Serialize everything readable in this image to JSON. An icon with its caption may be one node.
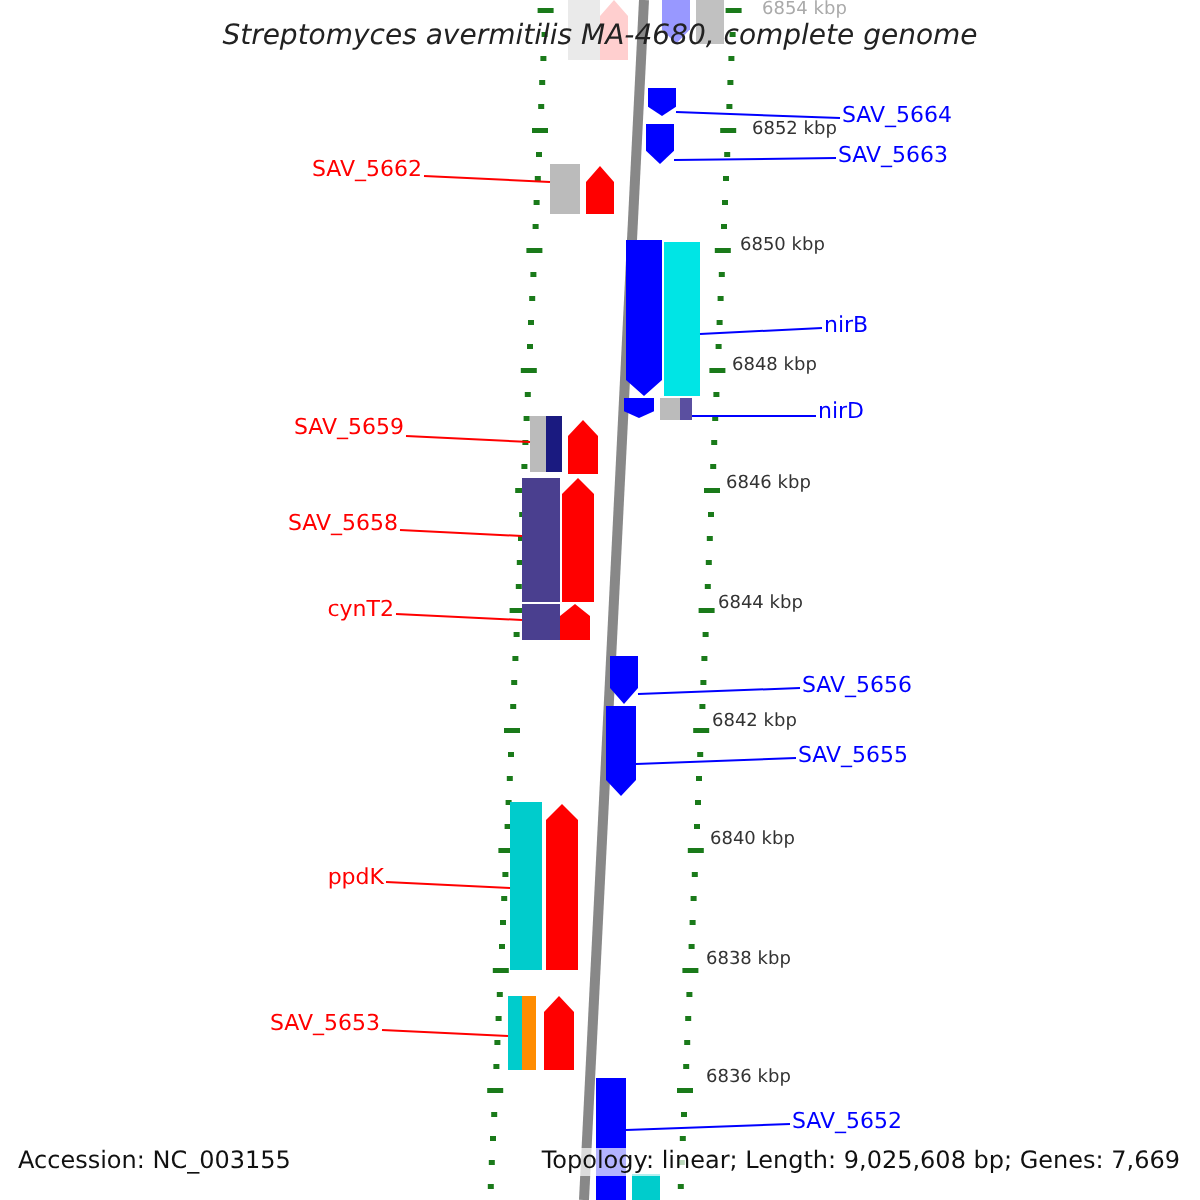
{
  "diagram": {
    "title": "Streptomyces avermitilis MA-4680, complete genome",
    "nodes": [
      {
        "text": [
          "SAV_5664"
        ]
      },
      {
        "text": [
          "SAV_5663"
        ]
      },
      {
        "text": [
          "SAV_5662"
        ]
      },
      {
        "text": [
          "nirB"
        ]
      },
      {
        "text": [
          "nirD"
        ]
      },
      {
        "text": [
          "SAV_5659"
        ]
      },
      {
        "text": [
          "SAV_5658"
        ]
      },
      {
        "text": [
          "cynT2"
        ]
      },
      {
        "text": [
          "SAV_5656"
        ]
      },
      {
        "text": [
          "SAV_5655"
        ]
      },
      {
        "text": [
          "ppdK"
        ]
      },
      {
        "text": [
          "SAV_5653"
        ]
      },
      {
        "text": [
          "SAV_5652"
        ]
      },
      {
        "text": [],
        "shape": "bar"
      },
      {
        "text": [],
        "shape": "bar"
      },
      {
        "text": [],
        "shape": "bar"
      },
      {
        "text": [],
        "shape": "bar"
      },
      {
        "text": [],
        "shape": "bar"
      },
      {
        "text": [],
        "shape": "bar"
      },
      {
        "text": [],
        "shape": "bar"
      },
      {
        "text": [],
        "shape": "bar"
      },
      {
        "text": [],
        "shape": "bar"
      },
      {
        "text": [],
        "shape": "bar"
      },
      {
        "text": [],
        "shape": "bar"
      },
      {
        "text": [],
        "shape": "bar"
      },
      {
        "text": [],
        "shape": "bar"
      },
      {
        "text": [],
        "shape": "bar"
      },
      {
        "text": [],
        "shape": "bar"
      },
      {
        "text": [],
        "shape": "box"
      }
    ],
    "edges": [
      {
        "from": 0,
        "to": 15,
        "arrow": "none"
      },
      {
        "from": 1,
        "to": 16,
        "arrow": "none"
      },
      {
        "from": 2,
        "to": 17,
        "arrow": "none",
        "color": "#ff0000"
      },
      {
        "from": 3,
        "to": 18,
        "arrow": "none"
      },
      {
        "from": 4,
        "to": 19,
        "arrow": "none"
      },
      {
        "from": 5,
        "to": 20,
        "arrow": "none",
        "color": "#ff0000"
      },
      {
        "from": 6,
        "to": 21,
        "arrow": "none",
        "color": "#ff0000"
      },
      {
        "from": 7,
        "to": 22,
        "arrow": "none",
        "color": "#ff0000"
      },
      {
        "from": 8,
        "to": 23,
        "arrow": "none"
      },
      {
        "from": 9,
        "to": 24,
        "arrow": "none"
      },
      {
        "from": 10,
        "to": 25,
        "arrow": "none",
        "color": "#ff0000"
      },
      {
        "from": 11,
        "to": 26,
        "arrow": "none",
        "color": "#ff0000"
      },
      {
        "from": 12,
        "to": 27,
        "arrow": "none"
      }
    ],
    "labels": [
      "6854 kbp",
      "6852 kbp",
      "6850 kbp",
      "6848 kbp",
      "6846 kbp",
      "6844 kbp",
      "6842 kbp",
      "6840 kbp",
      "6838 kbp",
      "6836 kbp",
      "Accession: NC_003155",
      "Topology: linear; Length: 9,025,608 bp; Genes: 7,669"
    ]
  }
}
